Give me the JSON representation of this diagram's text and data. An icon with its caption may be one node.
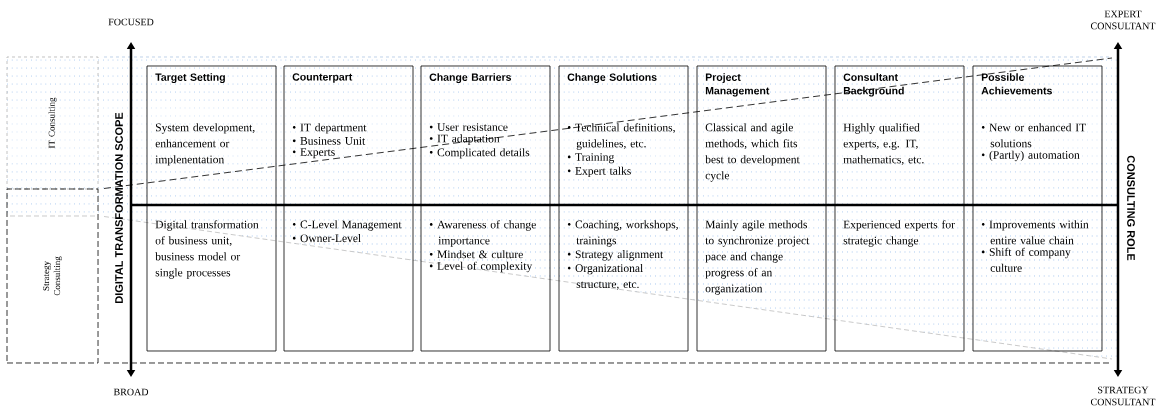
{
  "diagram": {
    "nodes": [
      {
        "text": [
          "IT Consulting"
        ]
      },
      {
        "text": [
          "Strategy Consulting"
        ]
      },
      {
        "text": [
          "Target Setting",
          "System development, enhancement or implenentation",
          "Digital transformation of business unit, business model or single processes"
        ]
      },
      {
        "text": [
          "Counterpart",
          "• IT department",
          "• Business Unit",
          "• Experts",
          "• C-Level Management",
          "• Owner-Level"
        ]
      },
      {
        "text": [
          "Change Barriers",
          "• User resistance",
          "• IT adaptation",
          "• Complicated details",
          "• Awareness of change importance",
          "• Mindset & culture",
          "• Level of complexity"
        ]
      },
      {
        "text": [
          "Change Solutions",
          "• Technical definitions, guidelines, etc.",
          "• Training",
          "• Expert talks",
          "• Coaching, workshops, trainings",
          "• Strategy alignment",
          "• Organizational structure, etc."
        ]
      },
      {
        "text": [
          "Project Management",
          "Classical and agile methods, which fits best to development cycle",
          "Mainly agile methods to synchronize project pace and change progress of an organization"
        ]
      },
      {
        "text": [
          "Consultant Background",
          "Highly qualified experts, e.g. IT, mathematics, etc.",
          "Experienced experts for strategic change"
        ]
      },
      {
        "text": [
          "Possible Achievements",
          "• New or enhanced IT solutions",
          "• (Partly) automation",
          "• Improvements within entire value chain",
          "• Shift of company culture"
        ]
      }
    ],
    "labels": [
      "FOCUSED",
      "EXPERT CONSULTANT",
      "DIGITAL TRANSFORMATION SCOPE",
      "CONSULTING ROLE",
      "BROAD",
      "STRATEGY CONSULTANT"
    ]
  }
}
